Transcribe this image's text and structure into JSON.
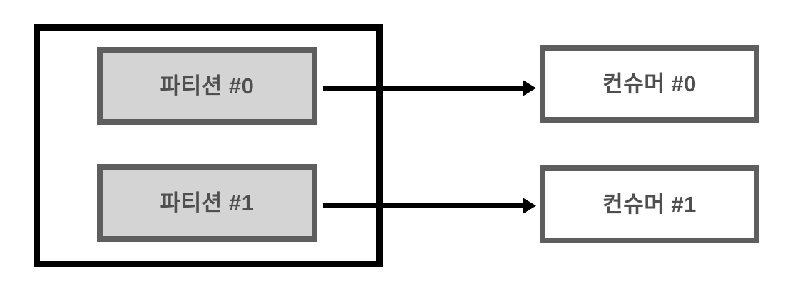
{
  "diagram": {
    "title_visible": false,
    "background_color": "#ffffff",
    "container": {
      "name": "topic-container",
      "border_color": "#000000",
      "fill": "transparent"
    },
    "palette": {
      "box_border_gray": "#5e5e5e",
      "partition_fill": "#d4d4d4",
      "consumer_fill": "#ffffff",
      "text_gray": "#4f4f4f",
      "arrow_black": "#000000"
    },
    "partitions": [
      {
        "label": "파티션 #0"
      },
      {
        "label": "파티션 #1"
      }
    ],
    "consumers": [
      {
        "label": "컨슈머 #0"
      },
      {
        "label": "컨슈머 #1"
      }
    ],
    "arrows": [
      {
        "from": "파티션 #0",
        "to": "컨슈머 #0",
        "style": "solid-arrow-right"
      },
      {
        "from": "파티션 #1",
        "to": "컨슈머 #1",
        "style": "solid-arrow-right"
      }
    ]
  }
}
